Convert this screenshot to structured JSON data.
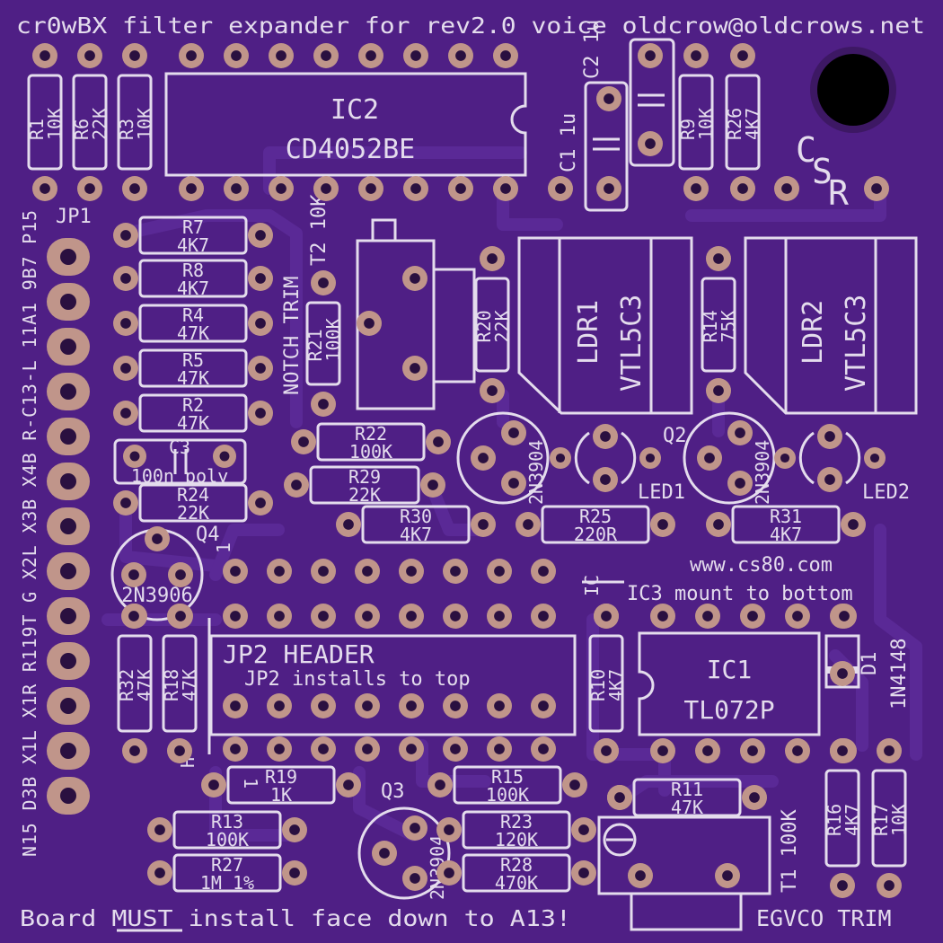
{
  "colors": {
    "board": "#4f1f85",
    "board_dark": "#431a73",
    "trace": "#5a2a95",
    "silk": "#e4dced",
    "pad": "#c0958a",
    "pad_hole": "#2a1040",
    "mount_hole": "#000000",
    "mount_ring": "#3d1864"
  },
  "header_text": "cr0wBX filter expander for rev2.0 voice  oldcrow@oldcrows.net",
  "footer_left": "Board MUST install face down to A13!",
  "footer_right": "EGVCO TRIM",
  "logo_letters": [
    "C",
    "S",
    "R"
  ],
  "jp1": {
    "label": "JP1",
    "pins": [
      "P15",
      "9B7",
      "11A1",
      "R-C13-L",
      "X4B",
      "X3B",
      "X2L",
      "G",
      "R119T",
      "X1R",
      "X1L",
      "D3B",
      "N15"
    ]
  },
  "ic2": {
    "ref": "IC2",
    "part": "CD4052BE"
  },
  "ic1": {
    "ref": "IC1",
    "part": "TL072P"
  },
  "ic3_note": "IC3 mount to bottom",
  "ic_tag": "IC",
  "jp2": {
    "title": "JP2  HEADER",
    "subtitle": "JP2 installs to top",
    "pin1": "1",
    "pin_h": "H"
  },
  "website": "www.cs80.com",
  "ldr1": {
    "ref": "LDR1",
    "part": "VTL5C3"
  },
  "ldr2": {
    "ref": "LDR2",
    "part": "VTL5C3"
  },
  "led1": "LED1",
  "led2": "LED2",
  "notch_trim": "NOTCH TRIM",
  "pot_t2": "T2 10K",
  "pot_t1": "T1 100K",
  "cap_c1": "C1 1u",
  "cap_c2": "C2 1u",
  "cap_c3": {
    "ref": "C3",
    "value": "100n poly"
  },
  "pin_q4": "1",
  "diode": {
    "ref": "D1",
    "part": "1N4148"
  },
  "transistors": {
    "q2": "Q2",
    "q3": "Q3",
    "q4": "Q4",
    "q1_part": "2N3904",
    "q2_part": "2N3904",
    "q3_part": "2N3904",
    "q4_part": "2N3906"
  },
  "resistors": {
    "r1": [
      "R1",
      "10K"
    ],
    "r6": [
      "R6",
      "22K"
    ],
    "r3": [
      "R3",
      "10K"
    ],
    "r9": [
      "R9",
      "10K"
    ],
    "r26": [
      "R26",
      "4K7"
    ],
    "r7": [
      "R7",
      "4K7"
    ],
    "r8": [
      "R8",
      "4K7"
    ],
    "r4": [
      "R4",
      "47K"
    ],
    "r5": [
      "R5",
      "47K"
    ],
    "r2": [
      "R2",
      "47K"
    ],
    "r24": [
      "R24",
      "22K"
    ],
    "r21": [
      "R21",
      "100K"
    ],
    "r20": [
      "R20",
      "22K"
    ],
    "r14": [
      "R14",
      "75K"
    ],
    "r22": [
      "R22",
      "100K"
    ],
    "r29": [
      "R29",
      "22K"
    ],
    "r30": [
      "R30",
      "4K7"
    ],
    "r25": [
      "R25",
      "220R"
    ],
    "r31": [
      "R31",
      "4K7"
    ],
    "r32": [
      "R32",
      "47K"
    ],
    "r18": [
      "R18",
      "47K"
    ],
    "r10": [
      "R10",
      "4K7"
    ],
    "r19": [
      "R19",
      "1K"
    ],
    "r15": [
      "R15",
      "100K"
    ],
    "r11": [
      "R11",
      "47K"
    ],
    "r13": [
      "R13",
      "100K"
    ],
    "r27": [
      "R27",
      "1M 1%"
    ],
    "r23": [
      "R23",
      "120K"
    ],
    "r28": [
      "R28",
      "470K"
    ],
    "r16": [
      "R16",
      "4K7"
    ],
    "r17": [
      "R17",
      "10K"
    ]
  }
}
